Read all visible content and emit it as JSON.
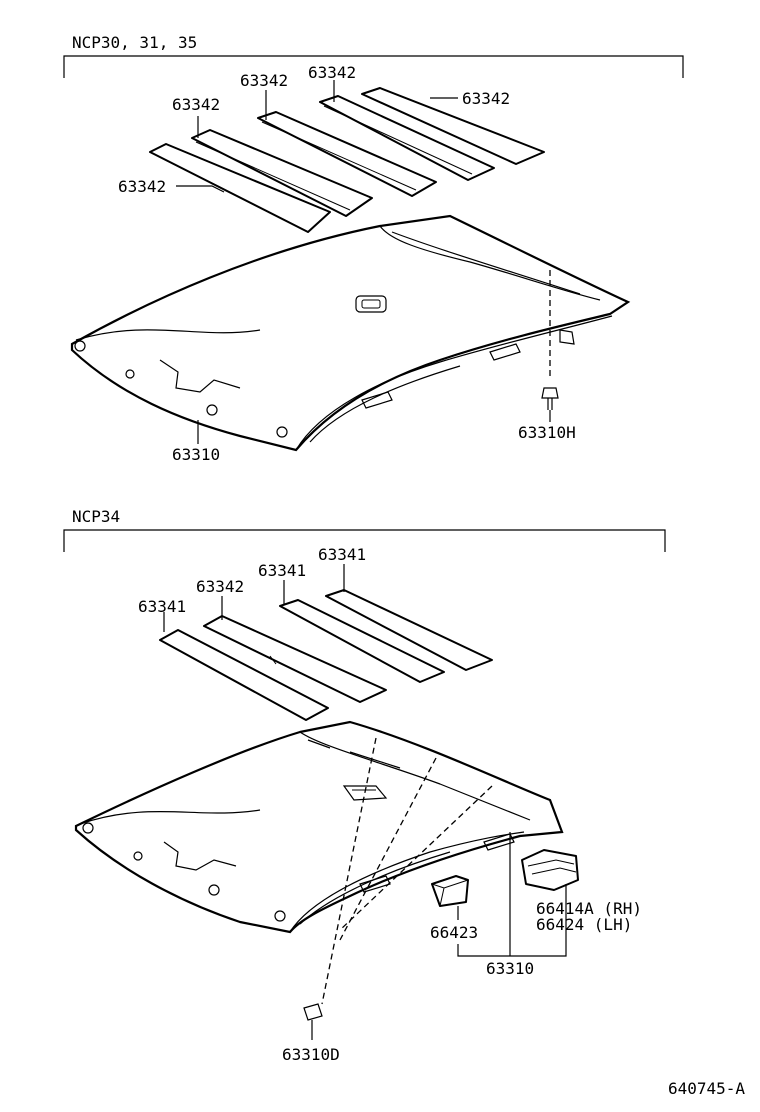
{
  "sections": [
    {
      "header": "NCP30, 31, 35",
      "labels": {
        "pad_a": "63342",
        "pad_b": "63342",
        "pad_c": "63342",
        "pad_d": "63342",
        "pad_e": "63342",
        "headliner": "63310",
        "clip": "63310H"
      }
    },
    {
      "header": "NCP34",
      "labels": {
        "pad_a": "63341",
        "pad_b": "63342",
        "pad_c": "63341",
        "pad_d": "63341",
        "headliner": "63310",
        "clip": "63310D",
        "holder_small": "66423",
        "holder_rh": "66414A (RH)",
        "holder_lh": "66424  (LH)"
      }
    }
  ],
  "diagram_id": "640745-A"
}
